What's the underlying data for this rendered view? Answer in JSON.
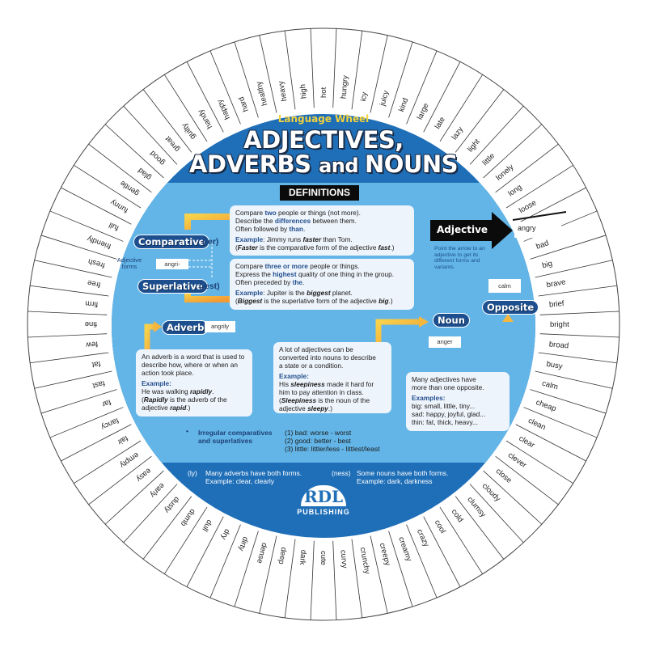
{
  "wheel_words": [
    "angry",
    "bad",
    "big",
    "brave",
    "brief",
    "bright",
    "broad",
    "busy",
    "calm",
    "cheap",
    "clean",
    "clear",
    "clever",
    "close",
    "cloudy",
    "clumsy",
    "cold",
    "cool",
    "crazy",
    "creamy",
    "creepy",
    "crunchy",
    "curvy",
    "cute",
    "dark",
    "deep",
    "dense",
    "dirty",
    "dry",
    "dull",
    "dumb",
    "dusty",
    "early",
    "easy",
    "empty",
    "fair",
    "fancy",
    "far",
    "fast",
    "fat",
    "few",
    "fine",
    "firm",
    "free",
    "fresh",
    "friendly",
    "full",
    "funny",
    "gentle",
    "glad",
    "good",
    "great",
    "guilty",
    "handy",
    "happy",
    "hard",
    "healthy",
    "heavy",
    "high",
    "hot",
    "hungry",
    "icy",
    "juicy",
    "kind",
    "large",
    "late",
    "lazy",
    "light",
    "little",
    "lonely",
    "long",
    "loose"
  ],
  "selected_word": "angry",
  "colors": {
    "dark_blue": "#1f6fb8",
    "light_blue": "#63b5e7",
    "title_yellow": "#f3d23c",
    "arrow_orange": "#f4a93a",
    "label_blue": "#1d4f8f"
  },
  "header": {
    "subtitle": "Language Wheel",
    "title_line1": "ADJECTIVES,",
    "title_line2a": "ADVERBS ",
    "title_line2b": "and ",
    "title_line2c": "NOUNS",
    "definitions": "DEFINITIONS"
  },
  "adjective_forms": {
    "label": "Adjective forms",
    "stem": "angri-",
    "comparative": "Comparative",
    "comparative_suffix": "(-er)",
    "superlative": "Superlative",
    "superlative_suffix": "(-est)"
  },
  "comparative_box": [
    [
      [
        "Compare ",
        ""
      ],
      [
        "two",
        "b"
      ],
      [
        " people or things (not more).",
        ""
      ]
    ],
    [
      [
        "Describe the ",
        ""
      ],
      [
        "differences",
        "b"
      ],
      [
        " between them.",
        ""
      ]
    ],
    [
      [
        "Often followed by ",
        ""
      ],
      [
        "than",
        "b"
      ],
      [
        ".",
        ""
      ]
    ],
    [
      [
        "Example",
        ""
      ],
      [
        ": Jimmy runs ",
        ""
      ],
      [
        "faster",
        "i"
      ],
      [
        " than Tom.",
        ""
      ]
    ],
    [
      [
        "(",
        ""
      ],
      [
        "Faster",
        "i"
      ],
      [
        " is the comparative form of the adjective ",
        ""
      ],
      [
        "fast",
        "i"
      ],
      [
        ".)",
        ""
      ]
    ]
  ],
  "superlative_box": [
    [
      [
        "Compare ",
        ""
      ],
      [
        "three or more",
        "b"
      ],
      [
        " people or things.",
        ""
      ]
    ],
    [
      [
        "Express the ",
        ""
      ],
      [
        "highest",
        "b"
      ],
      [
        " quality of one thing in the group.",
        ""
      ]
    ],
    [
      [
        "Often preceded by ",
        ""
      ],
      [
        "the",
        "b"
      ],
      [
        ".",
        ""
      ]
    ],
    [
      [
        "Example",
        "b"
      ],
      [
        ": Jupiter is the ",
        ""
      ],
      [
        "biggest",
        "i"
      ],
      [
        " planet.",
        ""
      ]
    ],
    [
      [
        "(",
        ""
      ],
      [
        "Biggest",
        "i"
      ],
      [
        " is the superlative form of the adjective ",
        ""
      ],
      [
        "big",
        "i"
      ],
      [
        ".)",
        ""
      ]
    ]
  ],
  "adjective_pointer": {
    "label": "Adjective",
    "hint": "Point the arrow to an adjective to get its different forms and variants."
  },
  "adverb": {
    "label": "Adverb",
    "value": "angrily",
    "box": [
      [
        [
          "An adverb is a word that is used to",
          ""
        ]
      ],
      [
        [
          "describe how, where or when an",
          ""
        ]
      ],
      [
        [
          "action took place.",
          ""
        ]
      ],
      [
        [
          "Example:",
          "b"
        ]
      ],
      [
        [
          "He was walking ",
          ""
        ],
        [
          "rapidly",
          "i"
        ],
        [
          ".",
          ""
        ]
      ],
      [
        [
          "(",
          ""
        ],
        [
          "Rapidly",
          "i"
        ],
        [
          " is the adverb of the",
          ""
        ]
      ],
      [
        [
          "adjective ",
          ""
        ],
        [
          "rapid",
          "i"
        ],
        [
          ".)",
          ""
        ]
      ]
    ]
  },
  "noun": {
    "label": "Noun",
    "value": "anger",
    "box": [
      [
        [
          "A lot of adjectives can be",
          ""
        ]
      ],
      [
        [
          "converted into nouns to describe",
          ""
        ]
      ],
      [
        [
          "a state or a condition.",
          ""
        ]
      ],
      [
        [
          "Example:",
          "b"
        ]
      ],
      [
        [
          "His ",
          ""
        ],
        [
          "sleepiness",
          "i"
        ],
        [
          " made it hard for",
          ""
        ]
      ],
      [
        [
          "him to pay attention in class.",
          ""
        ]
      ],
      [
        [
          "(",
          ""
        ],
        [
          "Sleepiness",
          "i"
        ],
        [
          " is the noun of the",
          ""
        ]
      ],
      [
        [
          "adjective ",
          ""
        ],
        [
          "sleepy",
          "i"
        ],
        [
          ".)",
          ""
        ]
      ]
    ]
  },
  "opposite": {
    "label": "Opposite",
    "value": "calm",
    "box": [
      [
        [
          "Many adjectives have",
          ""
        ]
      ],
      [
        [
          "more than one opposite.",
          ""
        ]
      ],
      [
        [
          "Examples:",
          "b"
        ]
      ],
      [
        [
          "big: small, little, tiny...",
          ""
        ]
      ],
      [
        [
          "sad: happy, joyful, glad...",
          ""
        ]
      ],
      [
        [
          "thin: fat, thick, heavy...",
          ""
        ]
      ]
    ]
  },
  "irregular": {
    "bullet": "•",
    "heading_line1": "Irregular comparatives",
    "heading_line2": "and superlatives",
    "items": [
      "(1) bad: worse - worst",
      "(2) good: better - best",
      "(3) little: littler/less - littlest/least"
    ]
  },
  "footer": {
    "ly_tag": "(ly)",
    "ly_line1": "Many adverbs have both forms.",
    "ly_line2": "Example: clear, clearly",
    "ness_tag": "(ness)",
    "ness_line1": "Some nouns have both forms.",
    "ness_line2": "Example: dark, darkness"
  },
  "logo": {
    "mark": "RDL",
    "name": "PUBLISHING"
  }
}
